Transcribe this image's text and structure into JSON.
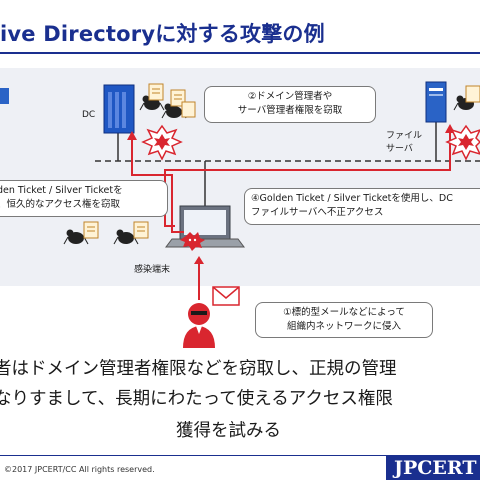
{
  "header": {
    "title": "ive Directoryに対する攻撃の例"
  },
  "diagram": {
    "dc_label": "DC",
    "file_server_label_1": "ファイル",
    "file_server_label_2": "サーバ",
    "infected_terminal_label": "感染端末",
    "callout_step2_line1": "②ドメイン管理者や",
    "callout_step2_line2": "サーバ管理者権限を窃取",
    "callout_step3_line1": "den Ticket / Silver Ticketを",
    "callout_step3_line2": "、恒久的なアクセス権を窃取",
    "callout_step4_line1": "④Golden Ticket / Silver Ticketを使用し、DC",
    "callout_step4_line2": "ファイルサーバへ不正アクセス",
    "callout_step1_line1": "①標的型メールなどによって",
    "callout_step1_line2": "組織内ネットワークに侵入"
  },
  "summary": {
    "line1": "者はドメイン管理者権限などを窃取し、正規の管理",
    "line2": "なりすまして、長期にわたって使えるアクセス権限",
    "line3": "獲得を試みる"
  },
  "footer": {
    "copyright": "©2017 JPCERT/CC All rights reserved.",
    "logo": "JPCERT"
  },
  "colors": {
    "brand": "#1a2f8f",
    "attack_line": "#d9262f",
    "panel": "#eef0f5"
  }
}
